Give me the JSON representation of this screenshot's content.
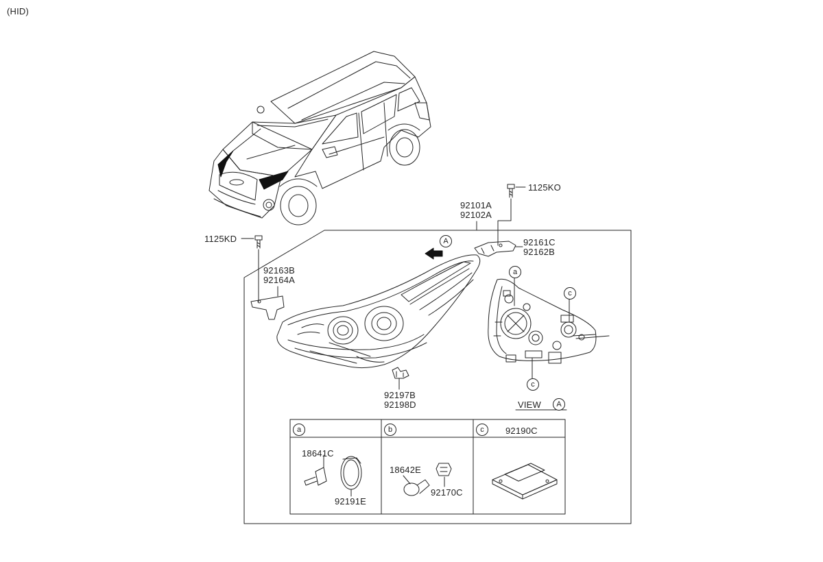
{
  "header": {
    "variant": "(HID)"
  },
  "callouts": {
    "fastener_top": "1125KO",
    "fastener_left": "1125KD",
    "assembly_line1": "92101A",
    "assembly_line2": "92102A",
    "bracket_right_line1": "92161C",
    "bracket_right_line2": "92162B",
    "bracket_left_line1": "92163B",
    "bracket_left_line2": "92164A",
    "bracket_bottom_line1": "92197B",
    "bracket_bottom_line2": "92198D"
  },
  "view": {
    "label": "VIEW",
    "marker": "A",
    "arrow_marker": "A"
  },
  "rear_markers": {
    "a": "a",
    "c_top": "c",
    "c_bottom": "c"
  },
  "table": {
    "cells": [
      {
        "key": "a",
        "header_part": "",
        "parts": [
          "18641C",
          "92191E"
        ]
      },
      {
        "key": "b",
        "header_part": "",
        "parts": [
          "18642E",
          "92170C"
        ]
      },
      {
        "key": "c",
        "header_part": "92190C",
        "parts": []
      }
    ]
  },
  "colors": {
    "line": "#222222",
    "fill_dark": "#111111",
    "background": "#ffffff"
  }
}
